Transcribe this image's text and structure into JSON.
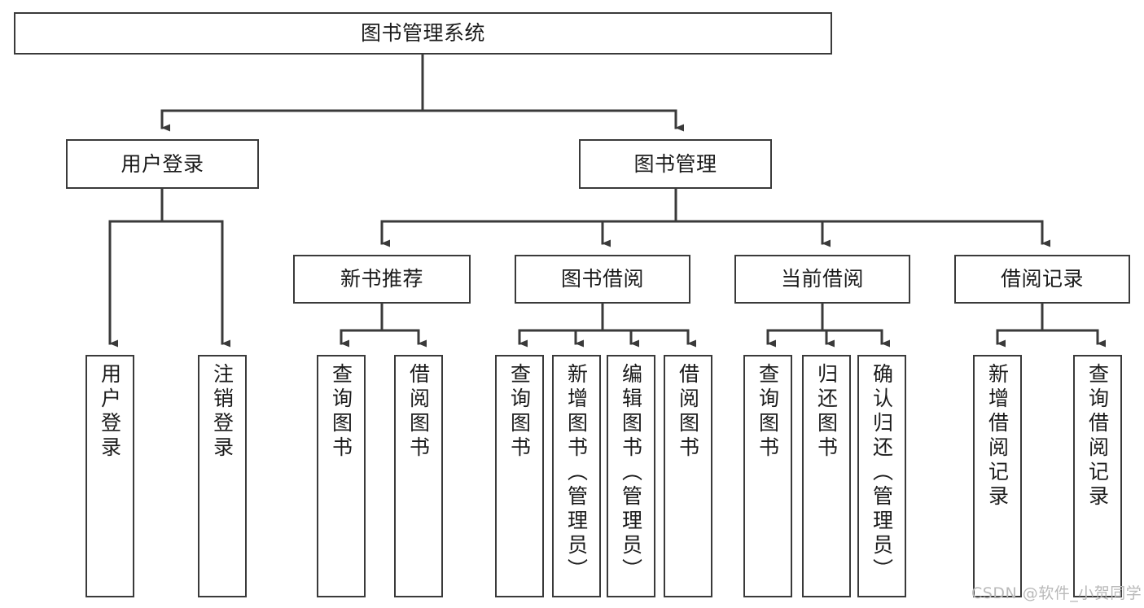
{
  "diagram": {
    "title": "图书管理系统",
    "type": "tree-hierarchy-diagram",
    "colors": {
      "box_border": "#3a3a3a",
      "box_fill": "#ffffff",
      "connector": "#3a3a3a",
      "text": "#1b1b1b",
      "watermark": "#b9b9b9",
      "background": "#ffffff"
    },
    "root": {
      "label": "图书管理系统"
    },
    "level2": [
      {
        "label": "用户登录"
      },
      {
        "label": "图书管理"
      }
    ],
    "level3": [
      {
        "label": "新书推荐"
      },
      {
        "label": "图书借阅"
      },
      {
        "label": "当前借阅"
      },
      {
        "label": "借阅记录"
      }
    ],
    "leaves": {
      "user_login": [
        {
          "label": "用户登录"
        },
        {
          "label": "注销登录"
        }
      ],
      "new_book_recommend": [
        {
          "label": "查询图书"
        },
        {
          "label": "借阅图书"
        }
      ],
      "book_borrow": [
        {
          "label": "查询图书"
        },
        {
          "label": "新增图书（管理员）"
        },
        {
          "label": "编辑图书（管理员）"
        },
        {
          "label": "借阅图书"
        }
      ],
      "current_borrow": [
        {
          "label": "查询图书"
        },
        {
          "label": "归还图书"
        },
        {
          "label": "确认归还（管理员）"
        }
      ],
      "borrow_record": [
        {
          "label": "新增借阅记录"
        },
        {
          "label": "查询借阅记录"
        }
      ]
    }
  },
  "watermark": {
    "text": "CSDN @软件_小贺同学"
  }
}
